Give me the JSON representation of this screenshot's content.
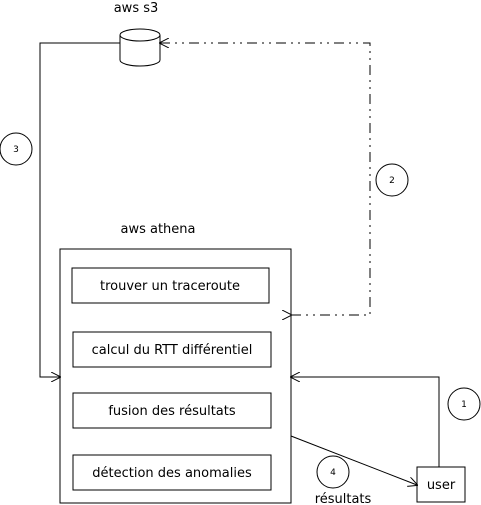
{
  "nodes": {
    "s3": {
      "label": "aws s3"
    },
    "athena": {
      "label": "aws athena"
    },
    "steps": [
      {
        "label": "trouver un traceroute"
      },
      {
        "label": "calcul du RTT différentiel"
      },
      {
        "label": "fusion des résultats"
      },
      {
        "label": "détection des anomalies"
      }
    ],
    "user": {
      "label": "user"
    }
  },
  "edges": {
    "results_label": "résultats"
  },
  "markers": [
    "1",
    "2",
    "3",
    "4"
  ],
  "colors": {
    "stroke": "#000000",
    "background": "#ffffff"
  }
}
